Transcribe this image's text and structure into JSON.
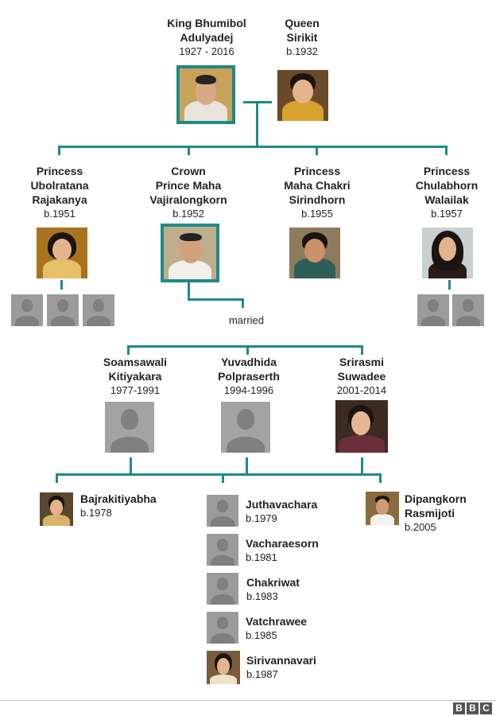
{
  "parents": {
    "king": {
      "name1": "King Bhumibol",
      "name2": "Adulyadej",
      "years": "1927 - 2016"
    },
    "queen": {
      "name1": "Queen",
      "name2": "Sirikit",
      "years": "b.1932"
    }
  },
  "children": [
    {
      "name1": "Princess",
      "name2": "Ubolratana",
      "name3": "Rajakanya",
      "years": "b.1951"
    },
    {
      "name1": "Crown",
      "name2": "Prince Maha",
      "name3": "Vajiralongkorn",
      "years": "b.1952"
    },
    {
      "name1": "Princess",
      "name2": "Maha Chakri",
      "name3": "Sirindhorn",
      "years": "b.1955"
    },
    {
      "name1": "Princess",
      "name2": "Chulabhorn",
      "name3": "Walailak",
      "years": "b.1957"
    }
  ],
  "married_label": "married",
  "spouses": [
    {
      "name1": "Soamsawali",
      "name2": "Kitiyakara",
      "years": "1977-1991"
    },
    {
      "name1": "Yuvadhida",
      "name2": "Polpraserth",
      "years": "1994-1996"
    },
    {
      "name1": "Srirasmi",
      "name2": "Suwadee",
      "years": "2001-2014"
    }
  ],
  "grandchildren": {
    "first": {
      "name": "Bajrakitiyabha",
      "years": "b.1978"
    },
    "second": [
      {
        "name": "Juthavachara",
        "years": "b.1979"
      },
      {
        "name": "Vacharaesorn",
        "years": "b.1981"
      },
      {
        "name": "Chakriwat",
        "years": "b.1983"
      },
      {
        "name": "Vatchrawee",
        "years": "b.1985"
      },
      {
        "name": "Sirivannavari",
        "years": "b.1987"
      }
    ],
    "third": {
      "name1": "Dipangkorn",
      "name2": "Rasmijoti",
      "years": "b.2005"
    }
  },
  "logo_letters": [
    "B",
    "B",
    "C"
  ],
  "colors": {
    "connector": "#1f8a88",
    "silhouette": "#9b9b9b"
  }
}
